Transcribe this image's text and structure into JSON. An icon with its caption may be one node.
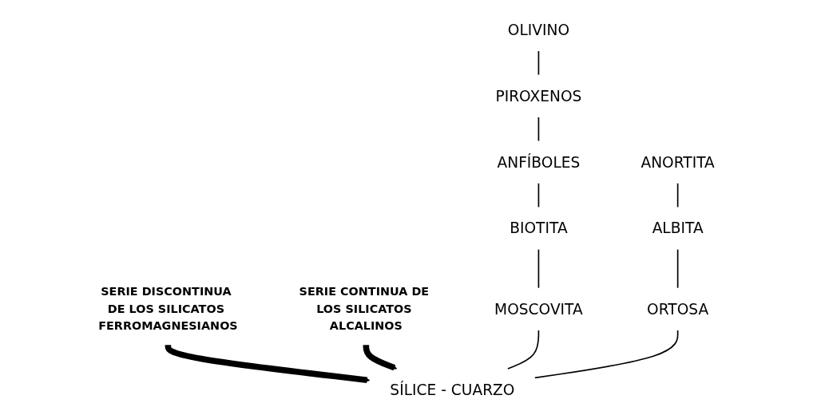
{
  "diagram": {
    "nodes": [
      {
        "text": [
          "SERIE DISCONTINUA DE LOS SILICATOS FERROMAGNESIANOS"
        ]
      },
      {
        "text": [
          "SERIE CONTINUA DE LOS SILICATOS ALCALINOS"
        ]
      },
      {
        "text": [
          "OLIVINO"
        ]
      },
      {
        "text": [
          "PIROXENOS"
        ]
      },
      {
        "text": [
          "ANFÍBOLES"
        ]
      },
      {
        "text": [
          "BIOTITA"
        ]
      },
      {
        "text": [
          "MOSCOVITA"
        ]
      },
      {
        "text": [
          "SÍLICE - CUARZO"
        ]
      },
      {
        "text": [
          "ANORTITA"
        ]
      },
      {
        "text": [
          "ALBITA"
        ]
      },
      {
        "text": [
          "ORTOSA"
        ]
      }
    ],
    "edges": [
      {
        "from": 0,
        "to": 7,
        "arrow": "to",
        "style": "thick"
      },
      {
        "from": 1,
        "to": 7,
        "arrow": "to",
        "style": "thick"
      },
      {
        "from": 2,
        "to": 3,
        "arrow": "none"
      },
      {
        "from": 3,
        "to": 4,
        "arrow": "none"
      },
      {
        "from": 4,
        "to": 5,
        "arrow": "none"
      },
      {
        "from": 5,
        "to": 6,
        "arrow": "none"
      },
      {
        "from": 6,
        "to": 7,
        "arrow": "none"
      },
      {
        "from": 8,
        "to": 9,
        "arrow": "none"
      },
      {
        "from": 9,
        "to": 10,
        "arrow": "none"
      },
      {
        "from": 10,
        "to": 7,
        "arrow": "none"
      }
    ]
  }
}
